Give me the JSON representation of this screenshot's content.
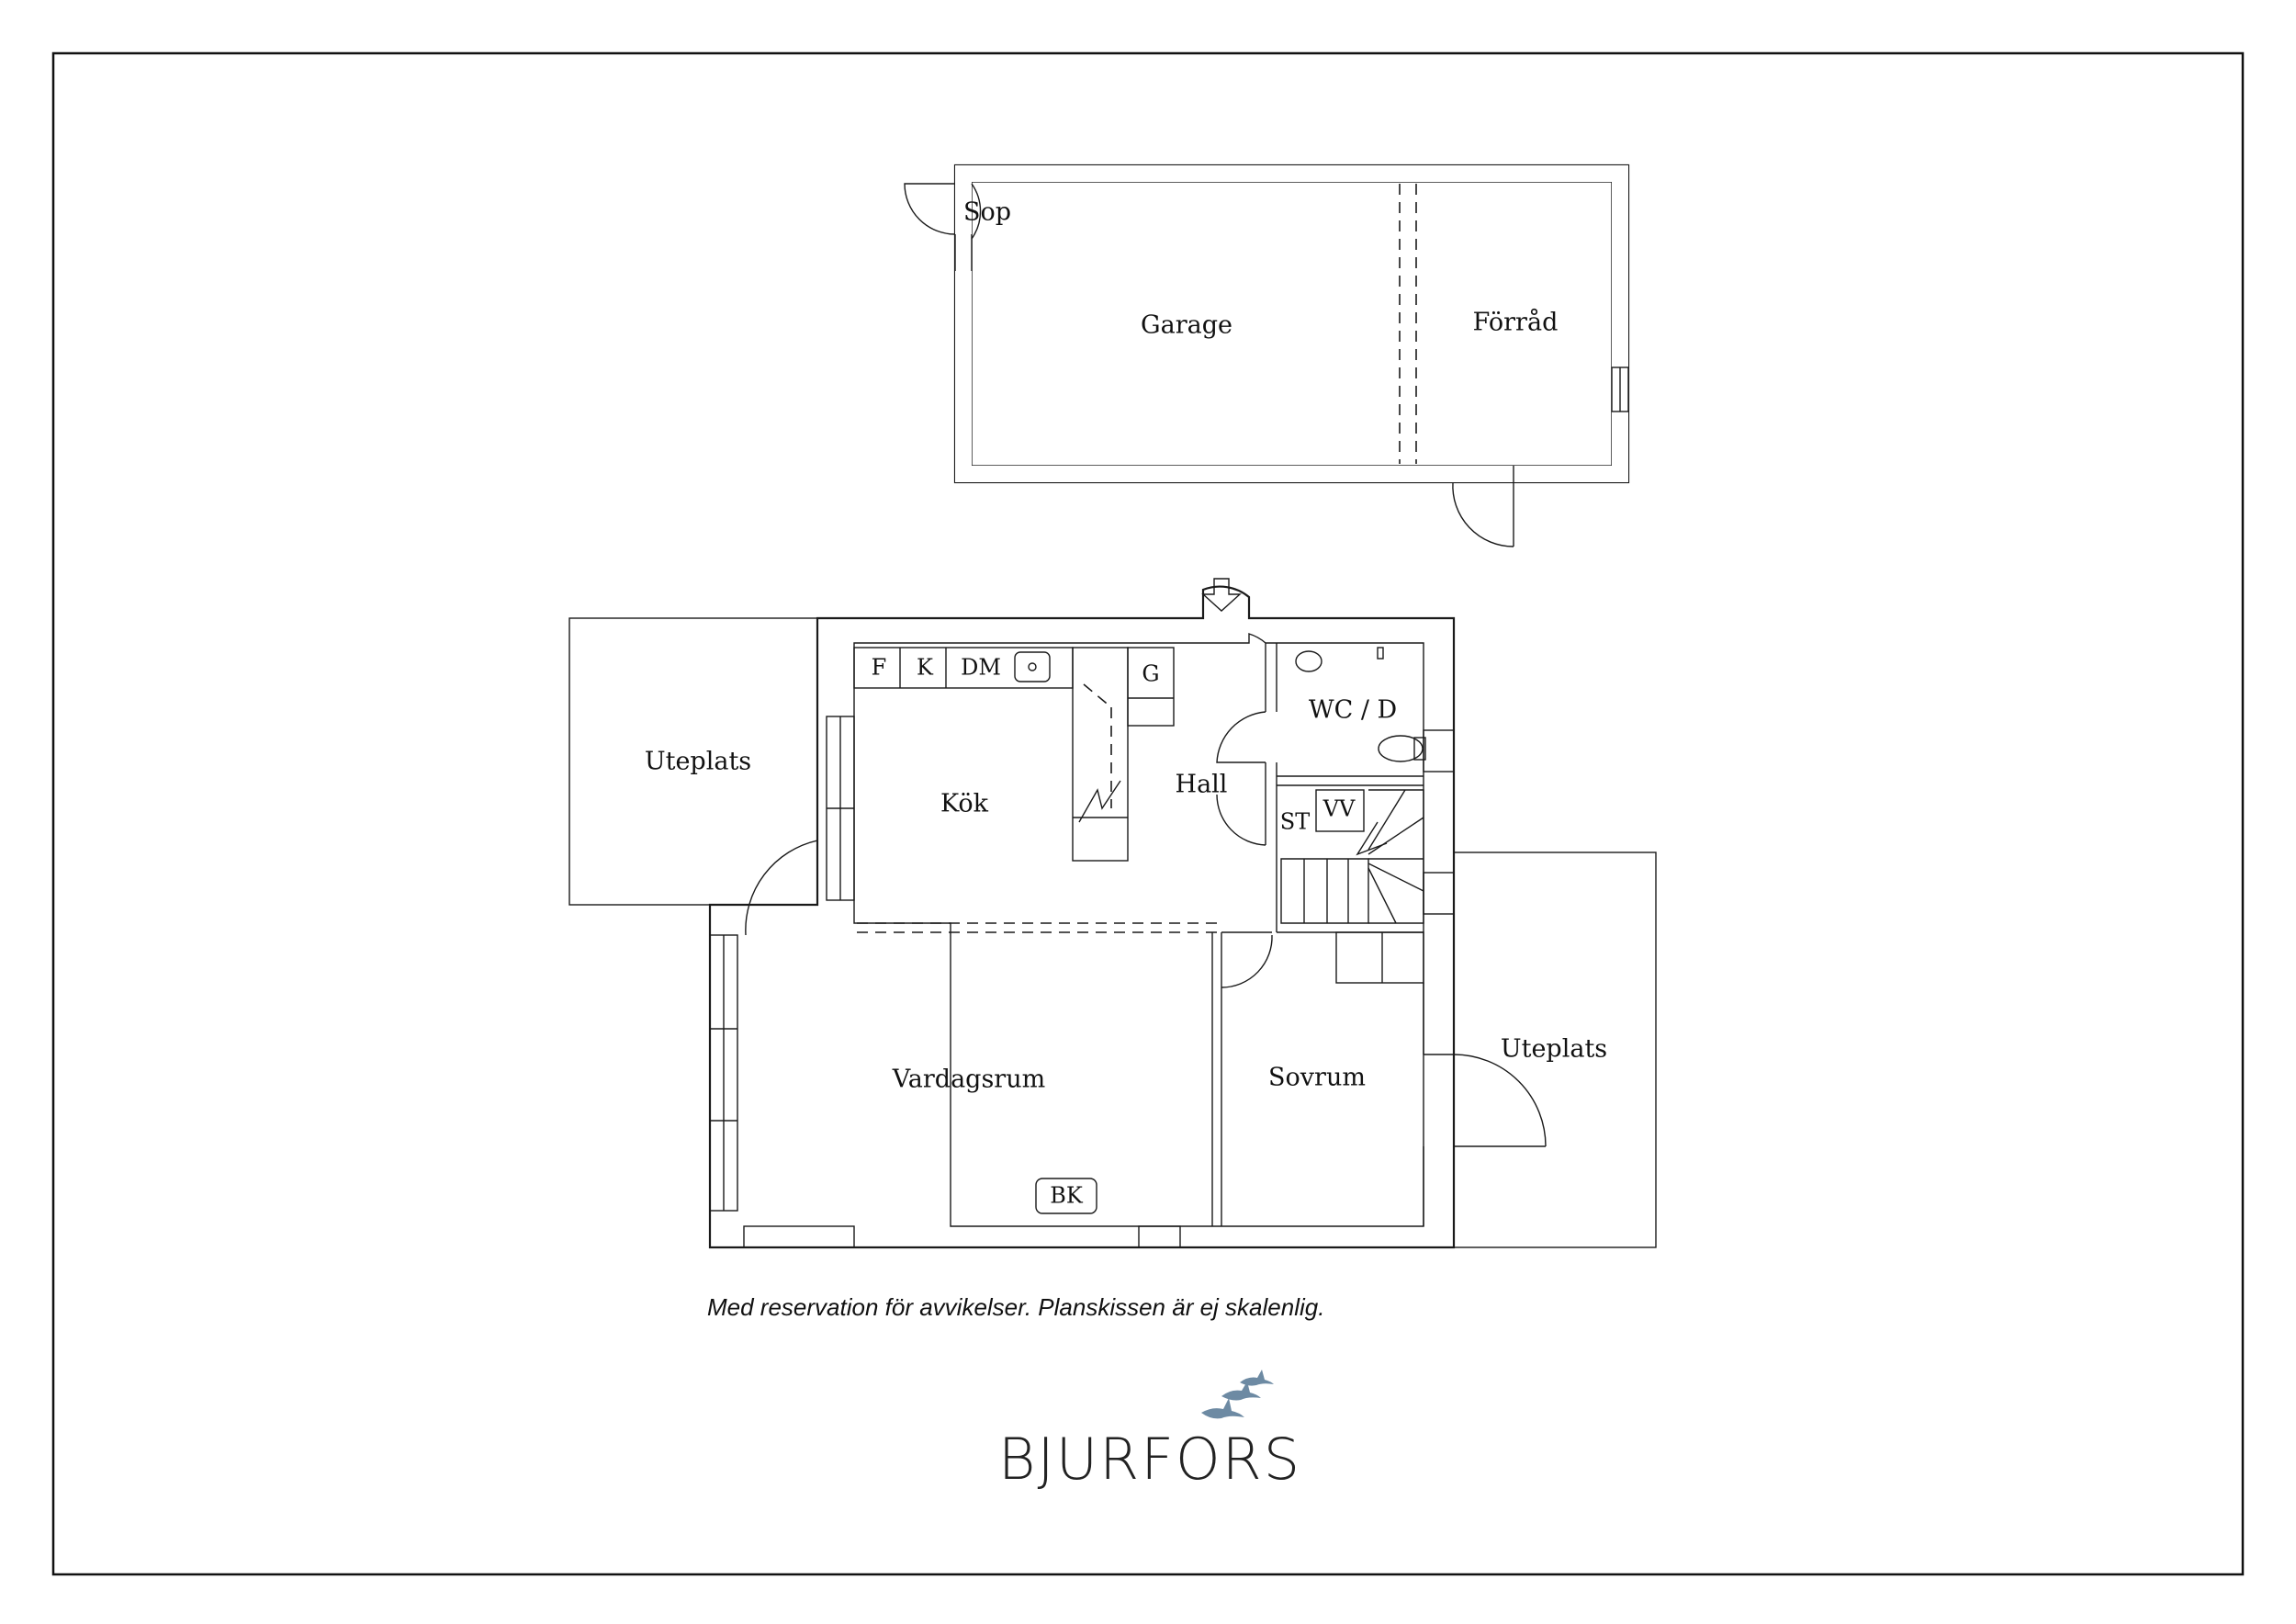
{
  "rooms": {
    "sop": "Sop",
    "garage": "Garage",
    "forrad": "Förråd",
    "uteplats_left": "Uteplats",
    "kok": "Kök",
    "hall": "Hall",
    "wc": "WC / D",
    "st": "ST",
    "vv": "VV",
    "vardagsrum": "Vardagsrum",
    "sovrum": "Sovrum",
    "uteplats_right": "Uteplats"
  },
  "fixtures": {
    "f": "F",
    "k": "K",
    "dm": "DM",
    "g": "G",
    "bk": "BK"
  },
  "disclaimer": "Med reservation för avvikelser. Planskissen är ej skalenlig.",
  "brand": {
    "name": "BJURFORS",
    "logo_color": "#6d8aa3"
  }
}
